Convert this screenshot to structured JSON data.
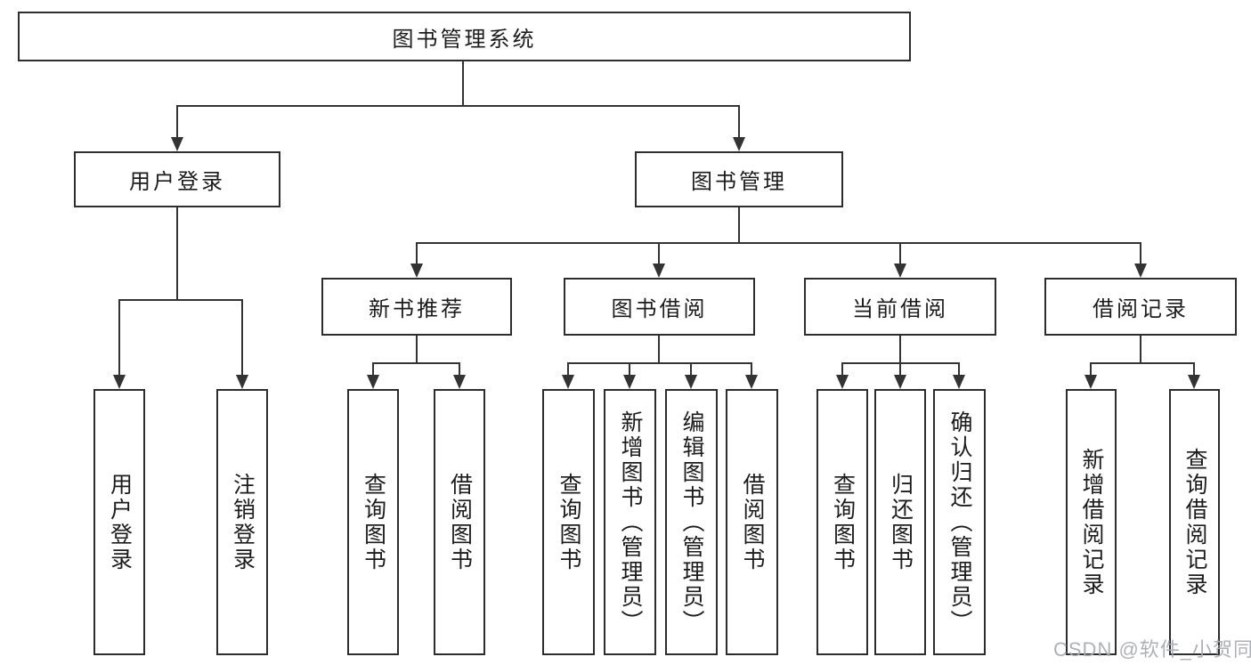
{
  "tree": {
    "root": "图书管理系统",
    "branches": [
      {
        "label": "用户登录",
        "children": [
          "用户登录",
          "注销登录"
        ]
      },
      {
        "label": "图书管理",
        "groups": [
          {
            "label": "新书推荐",
            "children": [
              "查询图书",
              "借阅图书"
            ]
          },
          {
            "label": "图书借阅",
            "children": [
              "查询图书",
              "新增图书（管理员）",
              "编辑图书（管理员）",
              "借阅图书"
            ]
          },
          {
            "label": "当前借阅",
            "children": [
              "查询图书",
              "归还图书",
              "确认归还（管理员）"
            ]
          },
          {
            "label": "借阅记录",
            "children": [
              "新增借阅记录",
              "查询借阅记录"
            ]
          }
        ]
      }
    ]
  },
  "watermark": "CSDN @软件_小贺同学",
  "colors": {
    "line": "#333333",
    "box_border": "#2d2d2d",
    "text": "#1c1c1c",
    "background": "#ffffff",
    "watermark": "#a5abb2"
  }
}
